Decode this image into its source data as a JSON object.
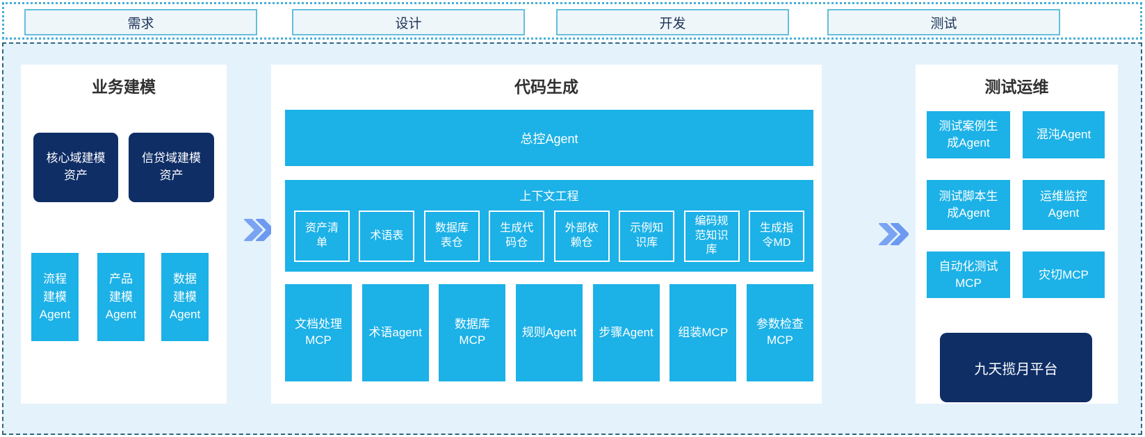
{
  "colors": {
    "cyan": "#1cb1e7",
    "navy": "#0f2e66",
    "area_bg": "#e4f2fb",
    "dashed_border": "#2e6584",
    "dotted_border": "#46aed4",
    "phase_box_bg": "#eef6fa",
    "phase_box_border": "#63bedd",
    "chevron_blue": "#7aa3f2"
  },
  "top_phases": {
    "items": [
      {
        "label": "需求"
      },
      {
        "label": "设计"
      },
      {
        "label": "开发"
      },
      {
        "label": "测试"
      }
    ]
  },
  "panels": {
    "business": {
      "title": "业务建模",
      "asset_boxes": [
        {
          "label": "核心域建模资产"
        },
        {
          "label": "信贷域建模资产"
        }
      ],
      "agent_boxes": [
        {
          "label": "流程建模Agent"
        },
        {
          "label": "产品建模Agent"
        },
        {
          "label": "数据建模Agent"
        }
      ]
    },
    "codegen": {
      "title": "代码生成",
      "master_agent": "总控Agent",
      "context": {
        "title": "上下文工程",
        "items": [
          {
            "label": "资产清单"
          },
          {
            "label": "术语表"
          },
          {
            "label": "数据库表仓"
          },
          {
            "label": "生成代码仓"
          },
          {
            "label": "外部依赖仓"
          },
          {
            "label": "示例知识库"
          },
          {
            "label": "编码规范知识库"
          },
          {
            "label": "生成指令MD"
          }
        ]
      },
      "tools": [
        {
          "label": "文档处理MCP"
        },
        {
          "label": "术语agent"
        },
        {
          "label": "数据库MCP"
        },
        {
          "label": "规则Agent"
        },
        {
          "label": "步骤Agent"
        },
        {
          "label": "组装MCP"
        },
        {
          "label": "参数检查MCP"
        }
      ]
    },
    "testops": {
      "title": "测试运维",
      "boxes": [
        {
          "label": "测试案例生成Agent"
        },
        {
          "label": "混沌Agent"
        },
        {
          "label": "测试脚本生成Agent"
        },
        {
          "label": "运维监控Agent"
        },
        {
          "label": "自动化测试MCP"
        },
        {
          "label": "灾切MCP"
        }
      ],
      "platform": "九天揽月平台"
    }
  }
}
